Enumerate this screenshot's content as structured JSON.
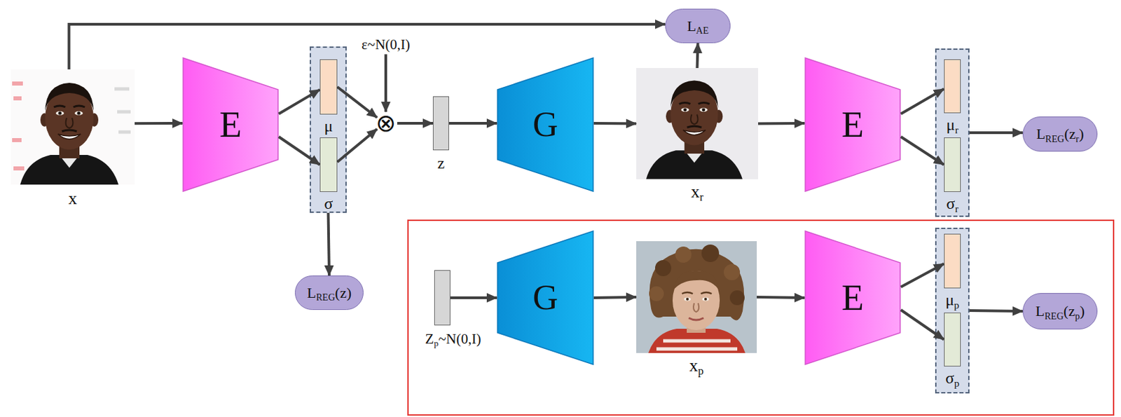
{
  "diagram": {
    "nodes": [
      {
        "text": [
          "x"
        ]
      },
      {
        "text": [
          "E"
        ]
      },
      {
        "text": []
      },
      {
        "text": [
          "μ"
        ],
        "in": 2
      },
      {
        "text": [
          "σ"
        ],
        "in": 2
      },
      {
        "text": [
          "ε~N(0,I)"
        ]
      },
      {
        "text": [
          "⊗"
        ]
      },
      {
        "text": [
          "z"
        ]
      },
      {
        "text": [
          "G"
        ]
      },
      {
        "text": [
          "xr"
        ]
      },
      {
        "text": [
          "LAE"
        ]
      },
      {
        "text": [
          "E"
        ]
      },
      {
        "text": []
      },
      {
        "text": [
          "μr"
        ],
        "in": 12
      },
      {
        "text": [
          "σr"
        ],
        "in": 12
      },
      {
        "text": [
          "LREG(zr)"
        ]
      },
      {
        "text": [
          "LREG(z)"
        ]
      },
      {
        "text": []
      },
      {
        "text": [
          "Zp~N(0,I)"
        ],
        "in": 17
      },
      {
        "text": [
          "G"
        ],
        "in": 17
      },
      {
        "text": [
          "xp"
        ],
        "in": 17
      },
      {
        "text": [
          "E"
        ],
        "in": 17
      },
      {
        "text": [],
        "in": 17
      },
      {
        "text": [
          "μp"
        ],
        "in": 22
      },
      {
        "text": [
          "σp"
        ],
        "in": 22
      },
      {
        "text": [
          "LREG(zp)"
        ],
        "in": 17
      }
    ],
    "edges": [
      {
        "from": 0,
        "to": 1,
        "arrow": "to"
      },
      {
        "from": 0,
        "to": 10,
        "arrow": "to"
      },
      {
        "from": 1,
        "to": 3,
        "arrow": "to"
      },
      {
        "from": 1,
        "to": 4,
        "arrow": "to"
      },
      {
        "from": 3,
        "to": 6,
        "arrow": "to"
      },
      {
        "from": 4,
        "to": 6,
        "arrow": "to"
      },
      {
        "from": 5,
        "to": 6,
        "arrow": "to"
      },
      {
        "from": 6,
        "to": 7,
        "arrow": "to"
      },
      {
        "from": 7,
        "to": 8,
        "arrow": "to"
      },
      {
        "from": 8,
        "to": 9,
        "arrow": "to"
      },
      {
        "from": 9,
        "to": 10,
        "arrow": "to"
      },
      {
        "from": 9,
        "to": 11,
        "arrow": "to"
      },
      {
        "from": 11,
        "to": 13,
        "arrow": "to"
      },
      {
        "from": 11,
        "to": 14,
        "arrow": "to"
      },
      {
        "from": 2,
        "to": 16,
        "arrow": "to"
      },
      {
        "from": 12,
        "to": 15,
        "arrow": "to"
      },
      {
        "from": 18,
        "to": 19,
        "arrow": "to"
      },
      {
        "from": 19,
        "to": 20,
        "arrow": "to"
      },
      {
        "from": 20,
        "to": 21,
        "arrow": "to"
      },
      {
        "from": 21,
        "to": 23,
        "arrow": "to"
      },
      {
        "from": 21,
        "to": 24,
        "arrow": "to"
      },
      {
        "from": 22,
        "to": 25,
        "arrow": "to"
      }
    ]
  }
}
